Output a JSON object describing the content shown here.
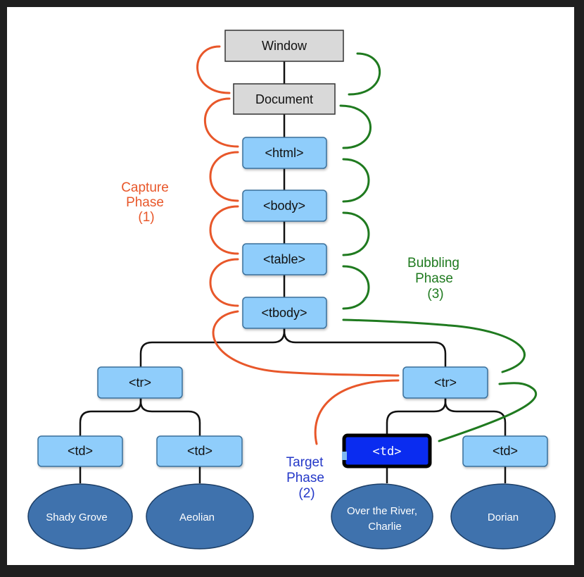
{
  "nodes": {
    "window": "Window",
    "document": "Document",
    "html": "<html>",
    "body": "<body>",
    "table": "<table>",
    "tbody": "<tbody>",
    "tr_left": "<tr>",
    "tr_right": "<tr>",
    "td_1": "<td>",
    "td_2": "<td>",
    "td_target": "<td>",
    "td_4": "<td>"
  },
  "leaves": {
    "shady_grove": "Shady Grove",
    "aeolian": "Aeolian",
    "over_the_river_line1": "Over the River,",
    "over_the_river_line2": "Charlie",
    "dorian": "Dorian"
  },
  "phases": {
    "capture": {
      "line1": "Capture",
      "line2": "Phase",
      "line3": "(1)"
    },
    "bubbling": {
      "line1": "Bubbling",
      "line2": "Phase",
      "line3": "(3)"
    },
    "target": {
      "line1": "Target",
      "line2": "Phase",
      "line3": "(2)"
    }
  },
  "colors": {
    "capture": "#e8572a",
    "bubbling": "#1f7a1f",
    "target": "#2438c8",
    "element_fill": "#8fcdfb",
    "element_stroke": "#3a6f9a",
    "root_fill": "#d9d9d9",
    "leaf_fill": "#3f72ad",
    "target_fill": "#0a2cf0"
  }
}
